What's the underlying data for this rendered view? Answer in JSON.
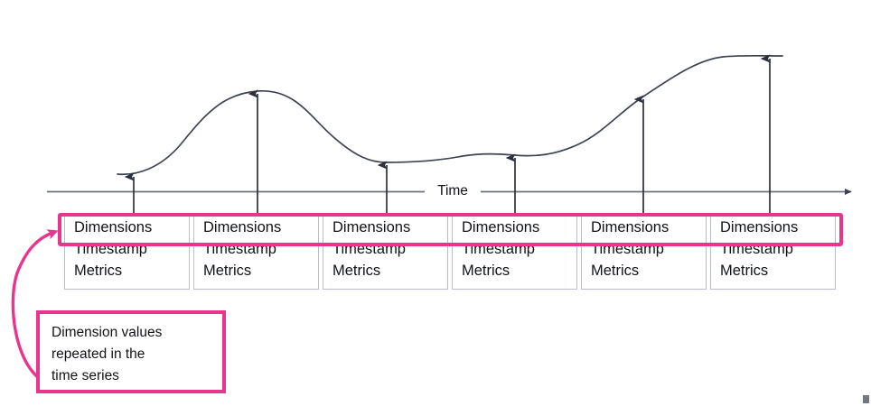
{
  "diagram": {
    "title_text_axis": "Time",
    "colors": {
      "accent_pink": "#e8368f",
      "box_border": "#b9bec9",
      "curve": "#3d434f",
      "axis": "#6b7280",
      "text": "#111316",
      "background": "#ffffff"
    },
    "axis": {
      "label": "Time",
      "arrow_direction": "right"
    },
    "records": [
      {
        "dimensions": "Dimensions",
        "timestamp": "Timestamp",
        "metrics": "Metrics"
      },
      {
        "dimensions": "Dimensions",
        "timestamp": "Timestamp",
        "metrics": "Metrics"
      },
      {
        "dimensions": "Dimensions",
        "timestamp": "Timestamp",
        "metrics": "Metrics"
      },
      {
        "dimensions": "Dimensions",
        "timestamp": "Timestamp",
        "metrics": "Metrics"
      },
      {
        "dimensions": "Dimensions",
        "timestamp": "Timestamp",
        "metrics": "Metrics"
      },
      {
        "dimensions": "Dimensions",
        "timestamp": "Timestamp",
        "metrics": "Metrics"
      }
    ],
    "callout": {
      "lines": [
        "Dimension values",
        "repeated in the",
        "time series"
      ],
      "points_to": "dimensions-highlight"
    }
  },
  "chart_data": {
    "type": "line",
    "title": "",
    "xlabel": "Time",
    "ylabel": "",
    "grid": false,
    "legend": null,
    "x": [
      1,
      2,
      3,
      4,
      5,
      6
    ],
    "values": [
      18,
      110,
      32,
      40,
      94,
      149
    ],
    "annotations": [
      "Six sample arrows drop from the curve to six time-series records",
      "Dimension values repeated in the time series"
    ]
  }
}
